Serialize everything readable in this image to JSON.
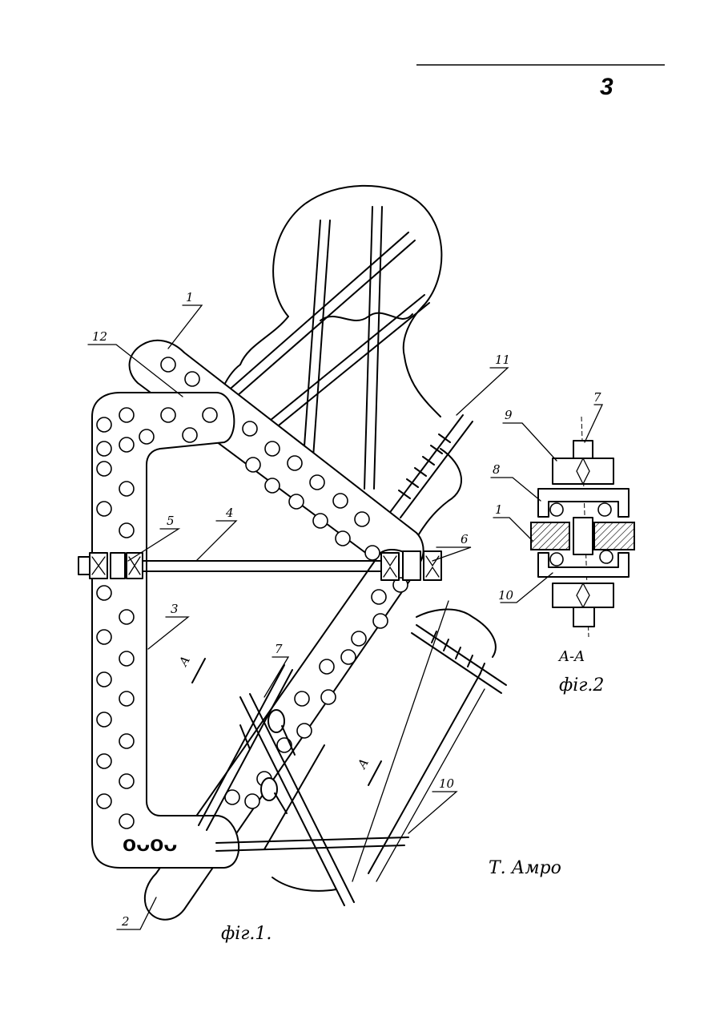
{
  "page_number": "3",
  "figure1": {
    "caption": "фiг.1.",
    "labels": [
      "1",
      "2",
      "3",
      "4",
      "5",
      "6",
      "7",
      "10",
      "11",
      "12"
    ],
    "section_mark": "A"
  },
  "figure2": {
    "caption": "фiг.2",
    "section_title": "A-A",
    "labels": [
      "7",
      "9",
      "8",
      "1",
      "10"
    ]
  },
  "author": "Т. Амро",
  "overlay_marks": "oᴗoᴗ"
}
